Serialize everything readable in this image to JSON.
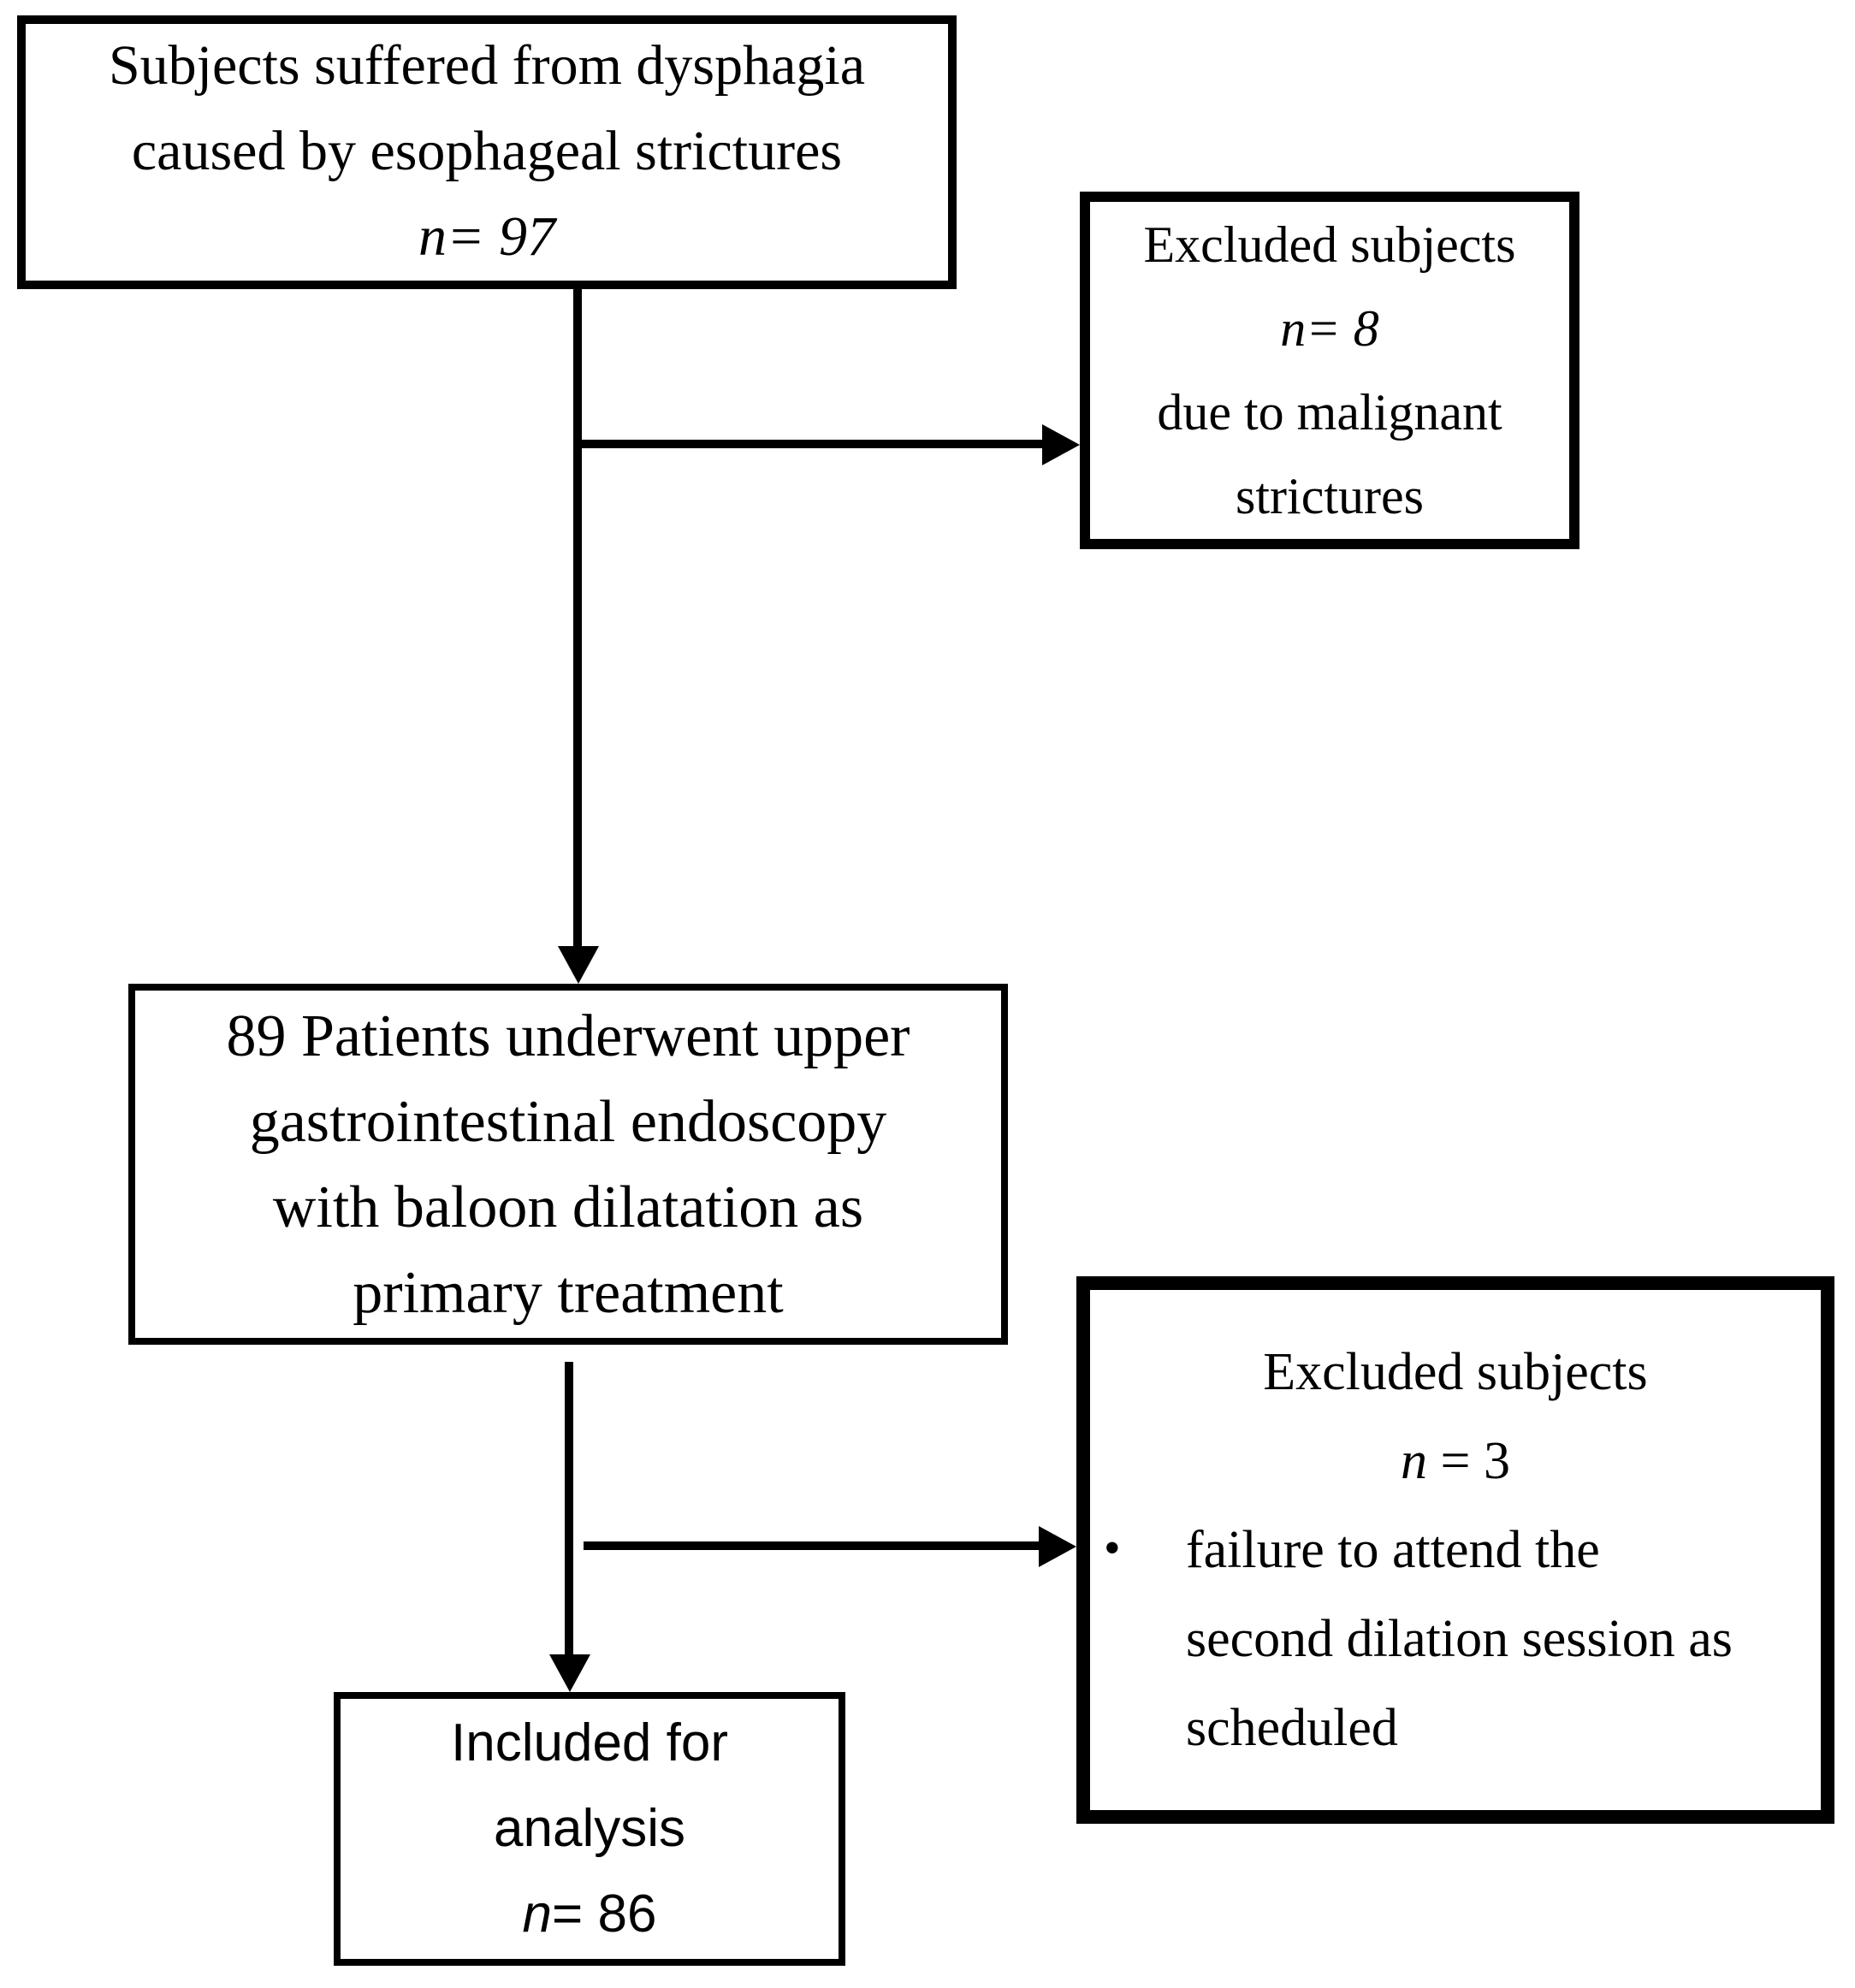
{
  "colors": {
    "background": "#ffffff",
    "line": "#000000",
    "text": "#000000"
  },
  "diagram": {
    "type": "study-flowchart",
    "boxes": {
      "initial": {
        "line1": "Subjects suffered from dysphagia",
        "line2": "caused by esophageal strictures",
        "n_italic": "n",
        "n_text": "= 97"
      },
      "excluded_malignant": {
        "title": "Excluded subjects",
        "n_italic": "n",
        "n_text": "= 8",
        "reason_line1": "due to malignant",
        "reason_line2": "strictures"
      },
      "endoscopy": {
        "line1": "89 Patients underwent upper",
        "line2": "gastrointestinal endoscopy",
        "line3": "with baloon dilatation as",
        "line4": "primary treatment"
      },
      "excluded_noshow": {
        "title": "Excluded subjects",
        "n_italic": "n",
        "n_text": " = 3",
        "bullet": "•",
        "reason_line1": "failure to attend the",
        "reason_line2": "second dilation session as",
        "reason_line3": "scheduled"
      },
      "included": {
        "line1": "Included for",
        "line2": "analysis",
        "n_italic": "n",
        "n_text": "= 86"
      }
    }
  }
}
